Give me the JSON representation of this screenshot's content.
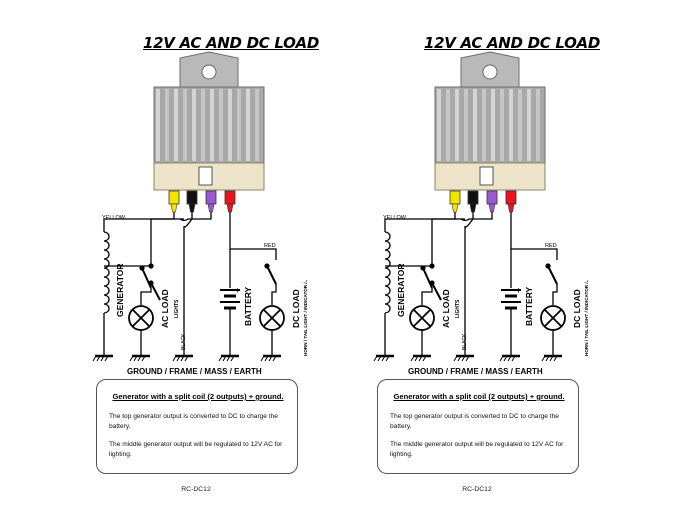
{
  "panels": [
    {
      "title": "12V AC AND DC LOAD",
      "wire_labels": {
        "yellow": "YELLOW",
        "red": "RED",
        "black": "BLACK"
      },
      "components": {
        "generator": "GENERATOR",
        "ac_load": "AC LOAD",
        "lights": "LIGHTS",
        "battery": "BATTERY",
        "dc_load": "DC LOAD",
        "dc_load_items": "HORN / TAIL LIGHT / INDICATOR /..",
        "battery_plus": "+"
      },
      "ground_label": "GROUND / FRAME / MASS / EARTH",
      "info": {
        "heading": "Generator with a split coil (2 outputs) + ground.",
        "para1": "The top generator output is converted to DC to charge the battery.",
        "para2": "The middle generator output will be regulated to 12V AC for lighting."
      },
      "code": "RC-DC12"
    },
    {
      "title": "12V AC AND DC LOAD",
      "wire_labels": {
        "yellow": "YELLOW",
        "red": "RED",
        "black": "BLACK"
      },
      "components": {
        "generator": "GENERATOR",
        "ac_load": "AC LOAD",
        "lights": "LIGHTS",
        "battery": "BATTERY",
        "dc_load": "DC LOAD",
        "dc_load_items": "HORN / TAIL LIGHT / INDICATOR /..",
        "battery_plus": "+"
      },
      "ground_label": "GROUND / FRAME / MASS / EARTH",
      "info": {
        "heading": "Generator with a split coil (2 outputs) + ground.",
        "para1": "The top generator output is converted to DC to charge the battery.",
        "para2": "The middle generator output will be regulated to 12V AC for lighting."
      },
      "code": "RC-DC12"
    }
  ],
  "colors": {
    "connector_yellow": "#f2e600",
    "connector_black": "#111111",
    "connector_purple": "#9b59d0",
    "connector_red": "#e8141e",
    "heatsink": "#a8a8a8",
    "regulator_base": "#ece3c8"
  }
}
